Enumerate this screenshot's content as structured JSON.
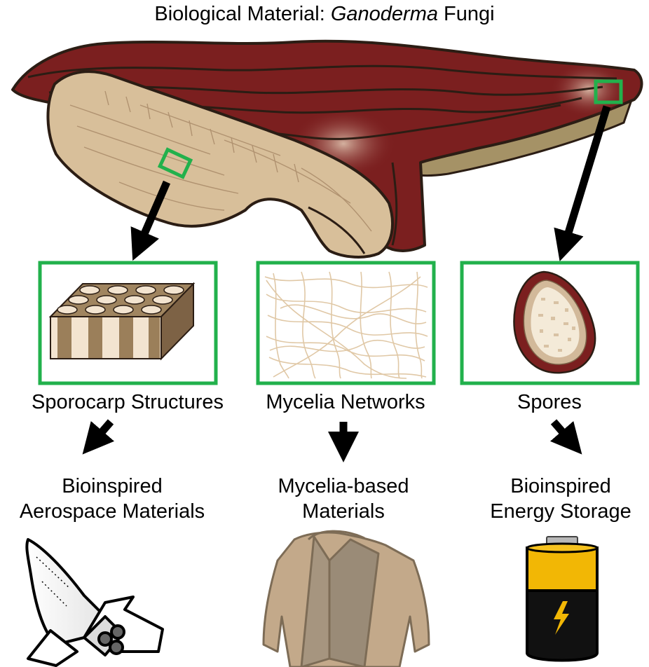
{
  "title": {
    "prefix": "Biological Material: ",
    "italic": "Ganoderma",
    "suffix": " Fungi"
  },
  "structures": [
    {
      "label": "Sporocarp Structures"
    },
    {
      "label": "Mycelia Networks"
    },
    {
      "label": "Spores"
    }
  ],
  "applications": [
    {
      "line1": "Bioinspired",
      "line2": "Aerospace Materials"
    },
    {
      "line1": "Mycelia-based",
      "line2": "Materials"
    },
    {
      "line1": "Bioinspired",
      "line2": "Energy Storage"
    }
  ],
  "colors": {
    "highlight_box": "#22b14c",
    "fungus_cap": "#7b1f1f",
    "fungus_pore_layer": "#d8bf9a",
    "arrow": "#000000",
    "battery_top": "#f2b705",
    "battery_bottom": "#111111"
  },
  "icons": [
    "sporocarp-block-icon",
    "mycelia-network-icon",
    "spore-icon",
    "space-shuttle-icon",
    "jacket-icon",
    "battery-icon"
  ]
}
